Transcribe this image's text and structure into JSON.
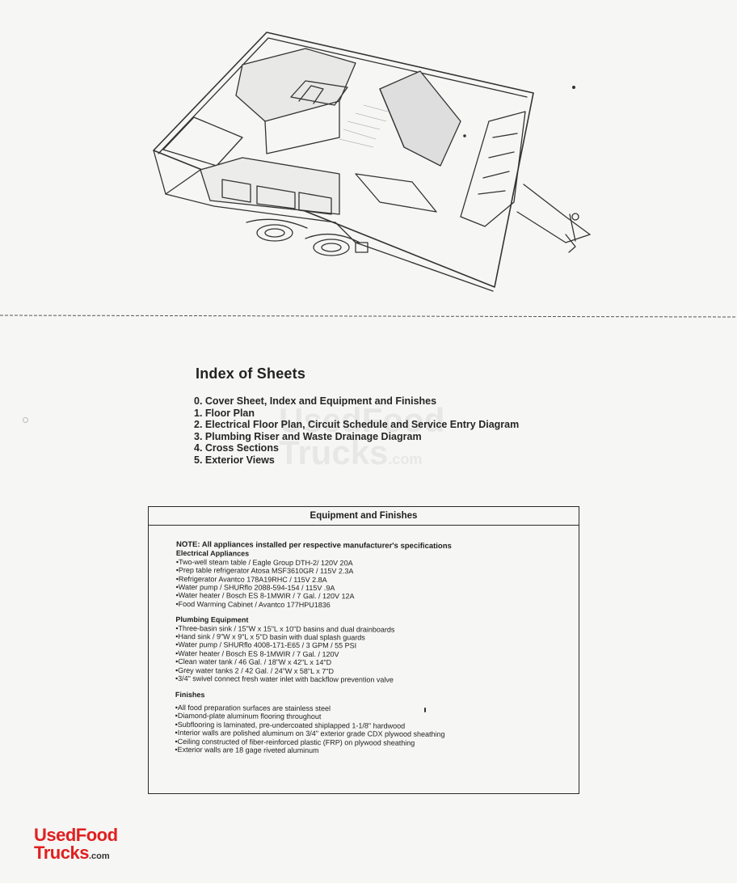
{
  "index": {
    "title": "Index of Sheets",
    "items": [
      "0. Cover Sheet, Index and Equipment and Finishes",
      "1. Floor Plan",
      "2. Electrical Floor Plan, Circuit Schedule and Service Entry Diagram",
      "3. Plumbing Riser and Waste Drainage Diagram",
      "4. Cross Sections",
      "5. Exterior Views"
    ]
  },
  "equipment": {
    "title": "Equipment and Finishes",
    "note": "NOTE: All appliances installed per respective manufacturer's specifications",
    "electrical": {
      "title": "Electrical Appliances",
      "items": [
        "Two-well steam table / Eagle Group DTH-2/ 120V 20A",
        "Prep table refrigerator Atosa MSF3610GR / 115V 2.3A",
        "Refrigerator Avantco 178A19RHC / 115V 2.8A",
        "Water pump / SHURflo 2088-594-154 / 115V .9A",
        "Water heater / Bosch ES 8-1MWIR / 7 Gal. / 120V 12A",
        "Food Warming Cabinet / Avantco 177HPU1836"
      ]
    },
    "plumbing": {
      "title": "Plumbing Equipment",
      "items": [
        "Three-basin sink / 15\"W x 15\"L x 10\"D basins and dual drainboards",
        "Hand sink / 9\"W x 9\"L x 5\"D basin with dual splash guards",
        "Water pump / SHURflo 4008-171-E65 / 3 GPM / 55 PSI",
        "Water heater / Bosch ES 8-1MWIR / 7 Gal. / 120V",
        "Clean water tank / 46 Gal. / 18\"W x 42\"L x 14\"D",
        "Grey water tanks 2 / 42 Gal. / 24\"W x 58\"L x 7\"D",
        "3/4\" swivel connect fresh water inlet with backflow prevention valve"
      ]
    },
    "finishes": {
      "title": "Finishes",
      "items": [
        "All food preparation surfaces are stainless steel",
        "Diamond-plate aluminum flooring throughout",
        "Subflooring is laminated, pre-undercoated shiplapped 1-1/8\" hardwood",
        "Interior walls are polished aluminum on 3/4\" exterior grade CDX plywood sheathing",
        "Ceiling constructed of fiber-reinforced plastic (FRP) on plywood sheathing",
        "Exterior walls are 18 gage riveted aluminum"
      ]
    }
  },
  "watermark": {
    "line1": "UsedFood",
    "line2": "Trucks",
    "suffix": ".com"
  },
  "logo": {
    "line1": "UsedFood",
    "line2": "Trucks",
    "suffix": ".com",
    "color": "#e02020"
  }
}
